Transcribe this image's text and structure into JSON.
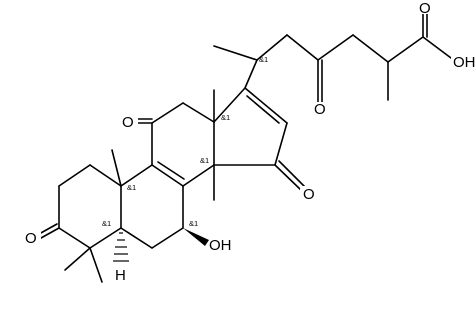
{
  "atoms": {
    "o_ketone_c3": "O",
    "o_ketone_c11": "O",
    "o_ketone_c15": "O",
    "o_ketone_c23": "O",
    "o_carbonyl_c26": "O",
    "oh_acid": "OH",
    "oh_c7": "OH",
    "h_c5": "H"
  },
  "stereo_label": "&1"
}
